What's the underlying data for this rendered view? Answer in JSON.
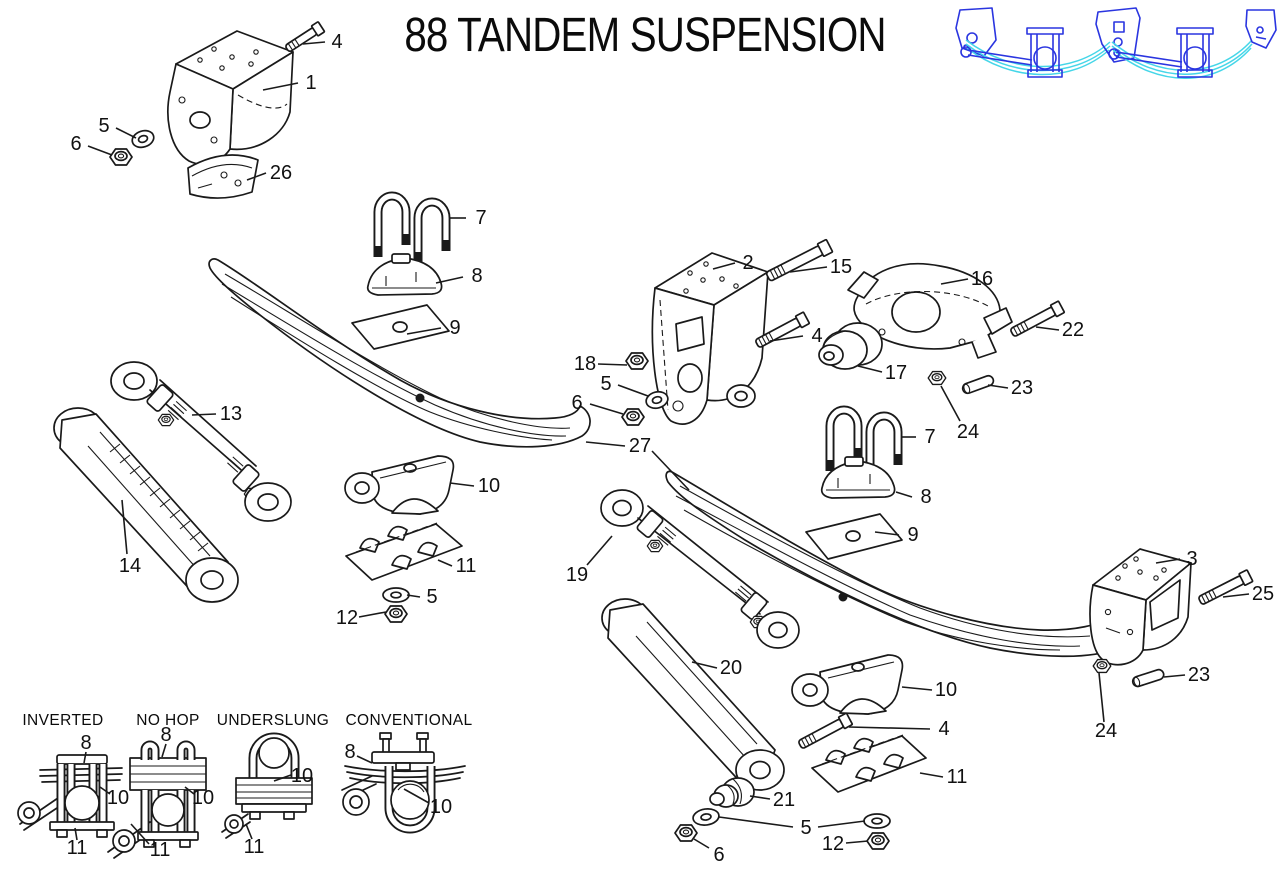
{
  "title": "88 TANDEM SUSPENSION",
  "colors": {
    "line": "#1a1a1a",
    "background": "#ffffff",
    "thumbnail_blue": "#2a35e0",
    "thumbnail_cyan": "#45d6e8"
  },
  "icons": {
    "assembled-suspension-thumbnail": "blue and cyan line art of the assembled tandem suspension"
  },
  "callouts": [
    {
      "label": "4"
    },
    {
      "label": "1"
    },
    {
      "label": "5"
    },
    {
      "label": "6"
    },
    {
      "label": "26"
    },
    {
      "label": "7"
    },
    {
      "label": "8"
    },
    {
      "label": "9"
    },
    {
      "label": "13"
    },
    {
      "label": "14"
    },
    {
      "label": "10"
    },
    {
      "label": "11"
    },
    {
      "label": "5"
    },
    {
      "label": "12"
    },
    {
      "label": "2"
    },
    {
      "label": "15"
    },
    {
      "label": "4"
    },
    {
      "label": "18"
    },
    {
      "label": "5"
    },
    {
      "label": "6"
    },
    {
      "label": "27"
    },
    {
      "label": "16"
    },
    {
      "label": "22"
    },
    {
      "label": "17"
    },
    {
      "label": "23"
    },
    {
      "label": "24"
    },
    {
      "label": "7"
    },
    {
      "label": "8"
    },
    {
      "label": "9"
    },
    {
      "label": "19"
    },
    {
      "label": "20"
    },
    {
      "label": "10"
    },
    {
      "label": "4"
    },
    {
      "label": "11"
    },
    {
      "label": "21"
    },
    {
      "label": "5"
    },
    {
      "label": "12"
    },
    {
      "label": "6"
    },
    {
      "label": "3"
    },
    {
      "label": "25"
    },
    {
      "label": "23"
    },
    {
      "label": "24"
    },
    {
      "label": "8"
    },
    {
      "label": "10"
    },
    {
      "label": "11"
    },
    {
      "label": "8"
    },
    {
      "label": "10"
    },
    {
      "label": "11"
    },
    {
      "label": "10"
    },
    {
      "label": "11"
    },
    {
      "label": "8"
    },
    {
      "label": "10"
    }
  ],
  "config_sections": [
    {
      "label": "INVERTED"
    },
    {
      "label": "NO HOP"
    },
    {
      "label": "UNDERSLUNG"
    },
    {
      "label": "CONVENTIONAL"
    }
  ]
}
